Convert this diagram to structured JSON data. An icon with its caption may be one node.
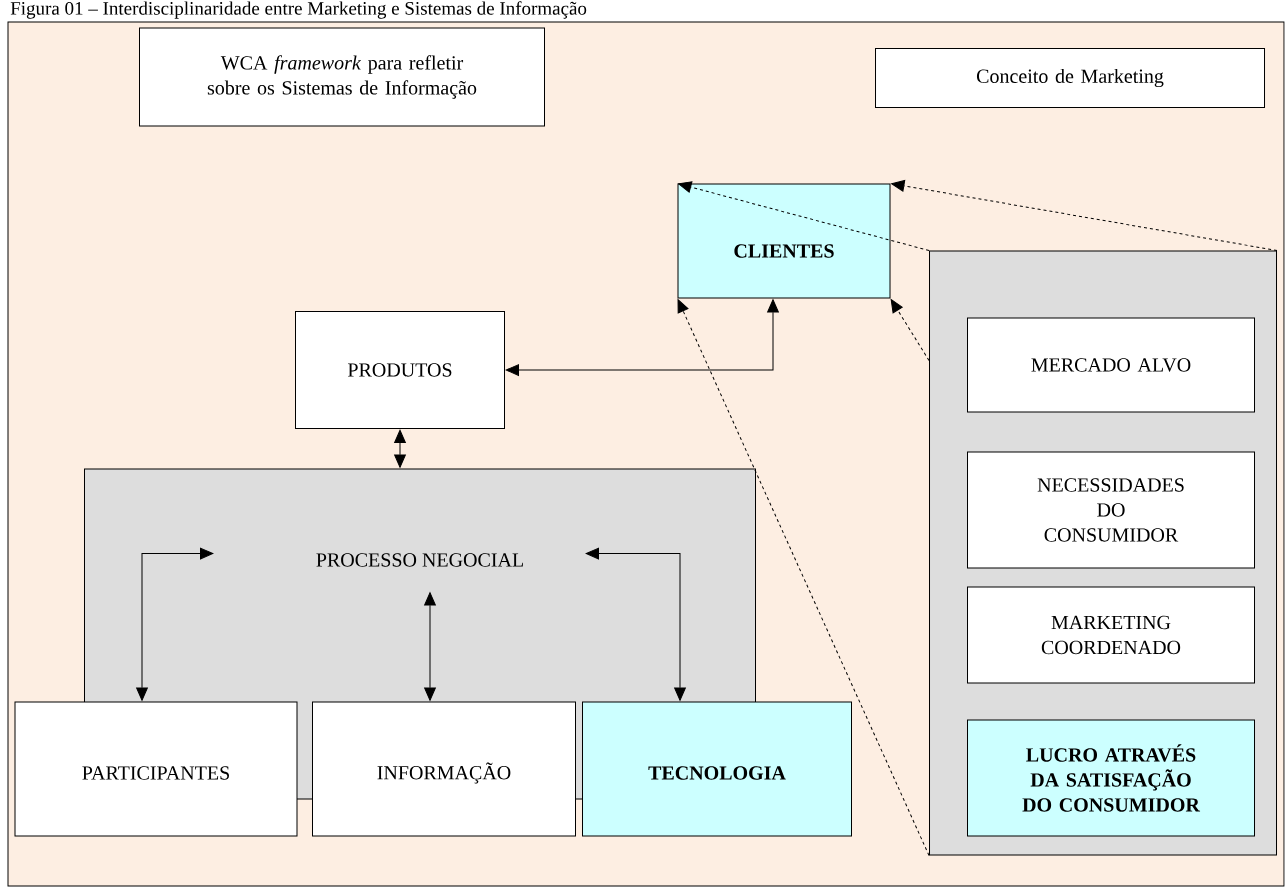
{
  "diagram": {
    "title": "Figura 01 – Interdisciplinaridade entre Marketing e Sistemas de Informação",
    "nodes": [
      {
        "text": [
          "WCA *framework* para refletir sobre os Sistemas de Informação"
        ]
      },
      {
        "text": [
          "Conceito de Marketing"
        ]
      },
      {
        "text": [
          "CLIENTES"
        ]
      },
      {
        "text": [
          "PRODUTOS"
        ]
      },
      {
        "text": [
          "PROCESSO NEGOCIAL"
        ]
      },
      {
        "text": [
          "PARTICIPANTES"
        ]
      },
      {
        "text": [
          "INFORMAÇÃO"
        ]
      },
      {
        "text": [
          "TECNOLOGIA"
        ]
      },
      {
        "text": [],
        "shape": "box"
      },
      {
        "text": [
          "MERCADO ALVO"
        ],
        "in": 8
      },
      {
        "text": [
          "NECESSIDADES DO CONSUMIDOR"
        ],
        "in": 8
      },
      {
        "text": [
          "MARKETING COORDENADO"
        ],
        "in": 8
      },
      {
        "text": [
          "LUCRO ATRAVÉS DA SATISFAÇÃO DO CONSUMIDOR"
        ],
        "in": 8
      }
    ],
    "edges": [
      {
        "from": 3,
        "to": 2,
        "arrow": "both"
      },
      {
        "from": 3,
        "to": 4,
        "arrow": "both"
      },
      {
        "from": 5,
        "to": 4,
        "arrow": "both"
      },
      {
        "from": 6,
        "to": 4,
        "arrow": "both"
      },
      {
        "from": 7,
        "to": 4,
        "arrow": "both"
      },
      {
        "from": 8,
        "to": 2,
        "arrow": "to",
        "style": "dashed"
      },
      {
        "from": 8,
        "to": 2,
        "arrow": "to",
        "style": "dashed"
      },
      {
        "from": 8,
        "to": 2,
        "arrow": "to",
        "style": "dashed"
      },
      {
        "from": 8,
        "to": 2,
        "arrow": "to",
        "style": "dashed"
      }
    ]
  }
}
